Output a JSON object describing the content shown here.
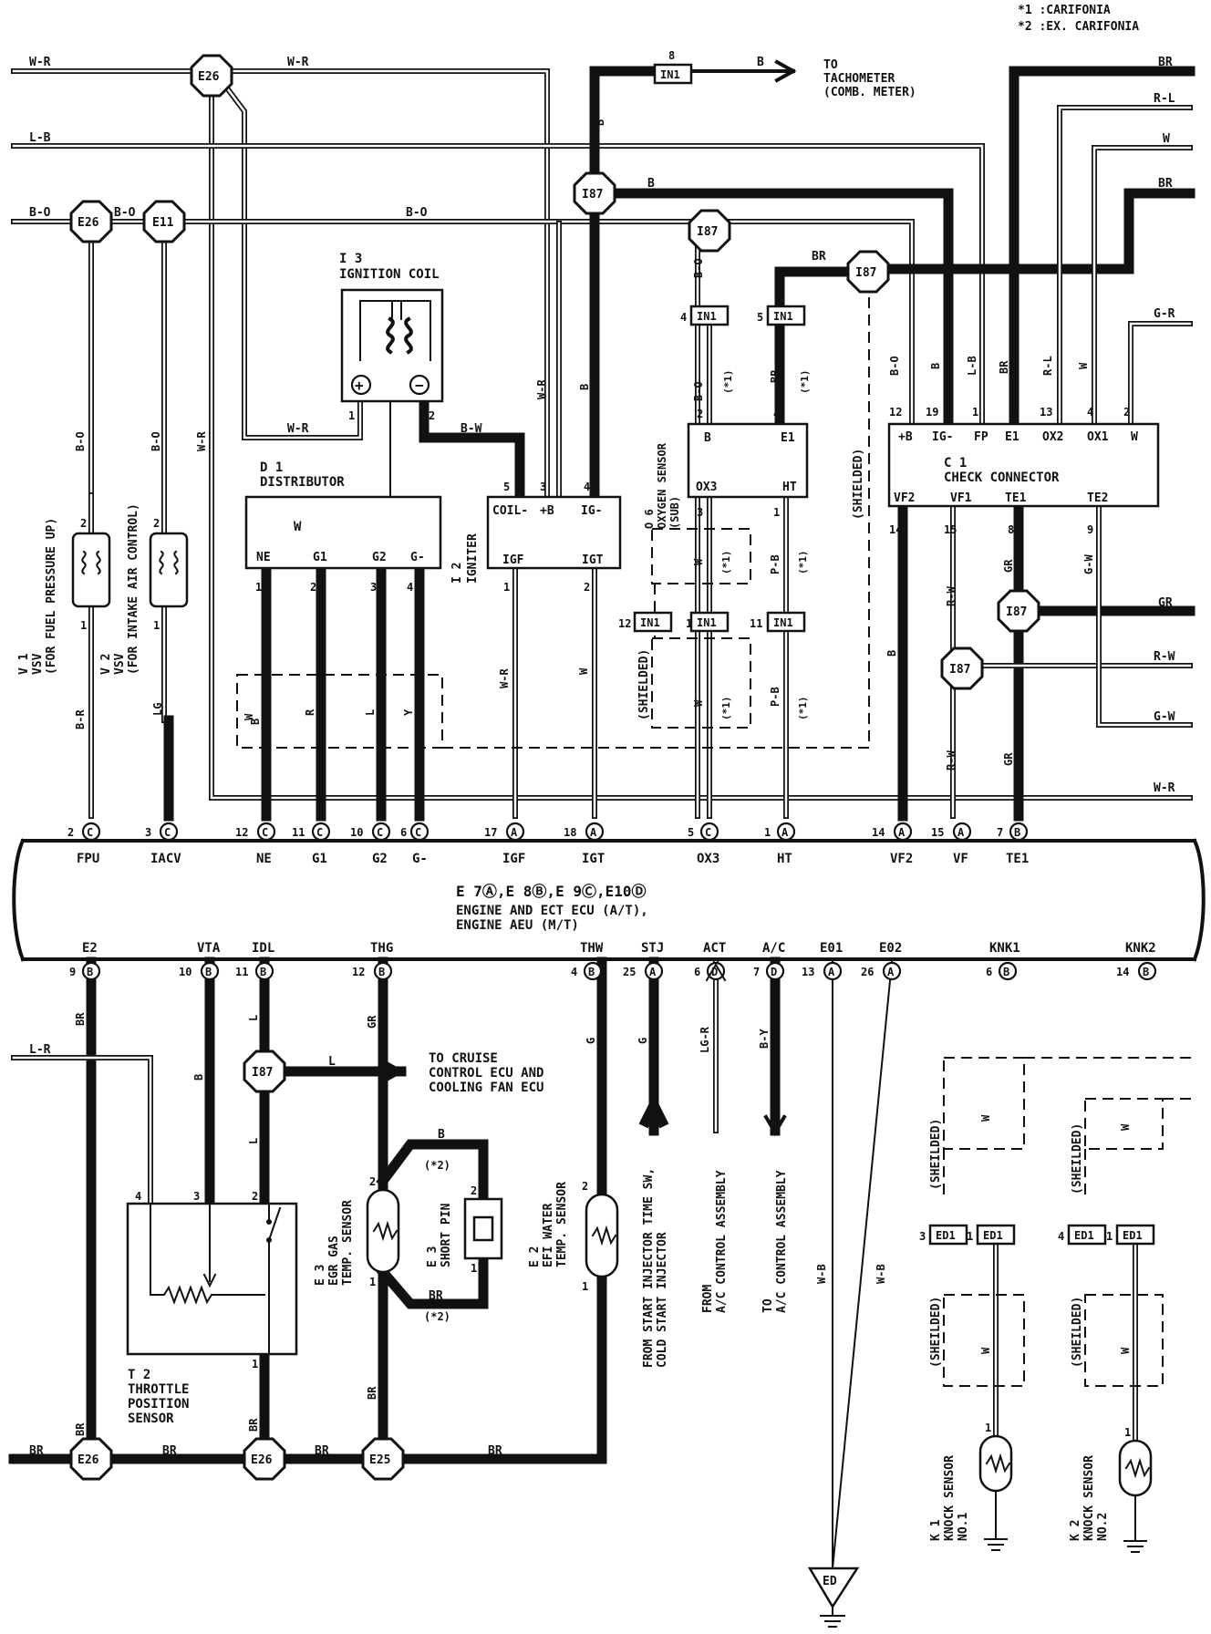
{
  "legend": {
    "n1": "*1 :CARIFONIA",
    "n2": "*2 :EX. CARIFONIA"
  },
  "ecu": {
    "title": "E 7Ⓐ,E 8Ⓑ,E 9Ⓒ,E10Ⓓ",
    "line1": "ENGINE AND ECT ECU (A/T),",
    "line2": "ENGINE AEU (M/T)",
    "top_pins": [
      {
        "num": "2",
        "conn": "C",
        "label": "FPU"
      },
      {
        "num": "3",
        "conn": "C",
        "label": "IACV"
      },
      {
        "num": "12",
        "conn": "C",
        "label": "NE"
      },
      {
        "num": "11",
        "conn": "C",
        "label": "G1"
      },
      {
        "num": "10",
        "conn": "C",
        "label": "G2"
      },
      {
        "num": "6",
        "conn": "C",
        "label": "G-"
      },
      {
        "num": "17",
        "conn": "A",
        "label": "IGF"
      },
      {
        "num": "18",
        "conn": "A",
        "label": "IGT"
      },
      {
        "num": "5",
        "conn": "C",
        "label": "OX3"
      },
      {
        "num": "1",
        "conn": "A",
        "label": "HT"
      },
      {
        "num": "14",
        "conn": "A",
        "label": "VF2"
      },
      {
        "num": "15",
        "conn": "A",
        "label": "VF"
      },
      {
        "num": "7",
        "conn": "B",
        "label": "TE1"
      }
    ],
    "bottom_pins": [
      {
        "num": "9",
        "conn": "B",
        "label": "E2"
      },
      {
        "num": "10",
        "conn": "B",
        "label": "VTA"
      },
      {
        "num": "11",
        "conn": "B",
        "label": "IDL"
      },
      {
        "num": "12",
        "conn": "B",
        "label": "THG"
      },
      {
        "num": "4",
        "conn": "B",
        "label": "THW"
      },
      {
        "num": "25",
        "conn": "A",
        "label": "STJ"
      },
      {
        "num": "6",
        "conn": "D",
        "label": "ACT"
      },
      {
        "num": "7",
        "conn": "D",
        "label": "A/C"
      },
      {
        "num": "13",
        "conn": "A",
        "label": "E01"
      },
      {
        "num": "26",
        "conn": "A",
        "label": "E02"
      },
      {
        "num": "6",
        "conn": "B",
        "label": "KNK1"
      },
      {
        "num": "14",
        "conn": "B",
        "label": "KNK2"
      }
    ]
  },
  "splices": {
    "e26_top": "E26",
    "e26_left": "E26",
    "e11": "E11",
    "i87_a": "I87",
    "i87_b": "I87",
    "i87_c": "I87",
    "i87_d": "I87",
    "i87_e": "I87",
    "i87_f": "I87",
    "e26_b1": "E26",
    "e26_b2": "E26",
    "e25": "E25",
    "ed": "ED"
  },
  "connectors": {
    "in1": "IN1",
    "ed1": "ED1"
  },
  "components": {
    "ign_coil_id": "I 3",
    "ign_coil": "IGNITION COIL",
    "dist_id": "D 1",
    "dist": "DISTRIBUTOR",
    "dist_pins": [
      "NE",
      "G1",
      "G2",
      "G-"
    ],
    "igniter_id": "I 2",
    "igniter": "IGNITER",
    "igniter_pins_top": [
      "COIL-",
      "+B",
      "IG-"
    ],
    "igniter_pins_bot": [
      "IGF",
      "IGT"
    ],
    "o2_id": "O 6",
    "o2_l1": "OXYGEN SENSOR",
    "o2_l2": "(SUB)",
    "o2_pins": [
      "B",
      "E1",
      "OX3",
      "HT"
    ],
    "check_id": "C 1",
    "check": "CHECK CONNECTOR",
    "check_pins_top": [
      "+B",
      "IG-",
      "FP",
      "E1",
      "OX2",
      "OX1",
      "W"
    ],
    "check_pins_bot": [
      "VF2",
      "VF1",
      "TE1",
      "TE2"
    ],
    "v1_id": "V 1",
    "v1_l1": "VSV",
    "v1_l2": "(FOR FUEL PRESSURE UP)",
    "v2_id": "V 2",
    "v2_l1": "VSV",
    "v2_l2": "(FOR INTAKE AIR CONTROL)",
    "t2_id": "T 2",
    "t2_l1": "THROTTLE",
    "t2_l2": "POSITION",
    "t2_l3": "SENSOR",
    "e3_id": "E 3",
    "e3_l1": "EGR GAS",
    "e3_l2": "TEMP. SENSOR",
    "e3b_id": "E 3",
    "e3b_l1": "SHORT PIN",
    "e2_id": "E 2",
    "e2_l1": "EFI WATER",
    "e2_l2": "TEMP. SENSOR",
    "k1_id": "K 1",
    "k1_l1": "KNOCK SENSOR",
    "k1_l2": "NO.1",
    "k2_id": "K 2",
    "k2_l1": "KNOCK SENSOR",
    "k2_l2": "NO.2",
    "shielded": "(SHIELDED)",
    "sheilded": "(SHEILDED)",
    "star1": "(*1)",
    "star2": "(*2)"
  },
  "destinations": {
    "tach_l1": "TO",
    "tach_l2": "TACHOMETER",
    "tach_l3": "(COMB. METER)",
    "cruise_l1": "TO CRUISE",
    "cruise_l2": "CONTROL ECU AND",
    "cruise_l3": "COOLING FAN ECU",
    "stj_l1": "FROM START INJECTOR TIME SW,",
    "stj_l2": "COLD START INJECTOR",
    "act_l1": "FROM",
    "act_l2": "A/C CONTROL ASSEMBLY",
    "ac_l1": "TO",
    "ac_l2": "A/C CONTROL ASSEMBLY"
  },
  "wire_colors": {
    "wr": "W-R",
    "lb": "L-B",
    "bo": "B-O",
    "b": "B",
    "br": "BR",
    "rl": "R-L",
    "w": "W",
    "gr_lc": "G-R",
    "gr": "GR",
    "rw": "R-W",
    "gw": "G-W",
    "bw": "B-W",
    "br_r": "B-R",
    "lg": "LG",
    "r": "R",
    "l": "L",
    "y": "Y",
    "pb": "P-B",
    "lr": "L-R",
    "g": "G",
    "lgr": "LG-R",
    "by": "B-Y",
    "wb": "W-B"
  },
  "pin_numbers": [
    "1",
    "2",
    "3",
    "4",
    "5",
    "6",
    "7",
    "8",
    "9",
    "11",
    "12",
    "13",
    "14",
    "15",
    "19"
  ]
}
